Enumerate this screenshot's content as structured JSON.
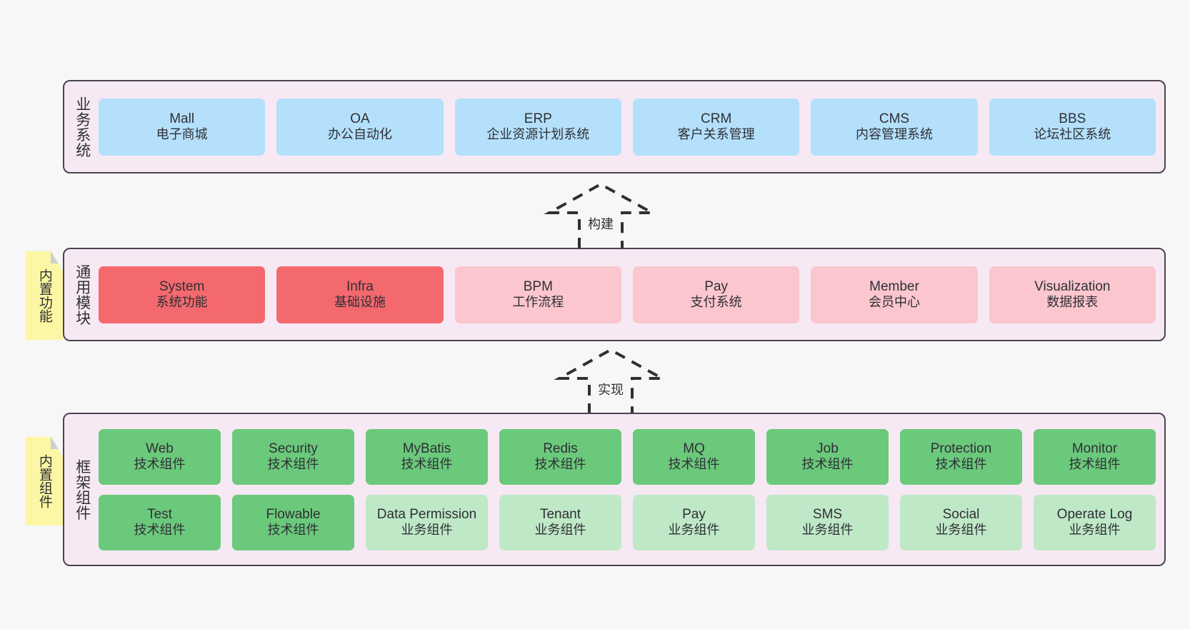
{
  "layers": [
    {
      "id": "business",
      "title": "业务系统",
      "rows": [
        [
          {
            "en": "Mall",
            "cn": "电子商城",
            "color": "c-blue"
          },
          {
            "en": "OA",
            "cn": "办公自动化",
            "color": "c-blue"
          },
          {
            "en": "ERP",
            "cn": "企业资源计划系统",
            "color": "c-blue"
          },
          {
            "en": "CRM",
            "cn": "客户关系管理",
            "color": "c-blue"
          },
          {
            "en": "CMS",
            "cn": "内容管理系统",
            "color": "c-blue"
          },
          {
            "en": "BBS",
            "cn": "论坛社区系统",
            "color": "c-blue"
          }
        ]
      ]
    },
    {
      "id": "common",
      "title": "通用模块",
      "rows": [
        [
          {
            "en": "System",
            "cn": "系统功能",
            "color": "c-red"
          },
          {
            "en": "Infra",
            "cn": "基础设施",
            "color": "c-red"
          },
          {
            "en": "BPM",
            "cn": "工作流程",
            "color": "c-pink"
          },
          {
            "en": "Pay",
            "cn": "支付系统",
            "color": "c-pink"
          },
          {
            "en": "Member",
            "cn": "会员中心",
            "color": "c-pink"
          },
          {
            "en": "Visualization",
            "cn": "数据报表",
            "color": "c-pink"
          }
        ]
      ]
    },
    {
      "id": "framework",
      "title": "框架组件",
      "rows": [
        [
          {
            "en": "Web",
            "cn": "技术组件",
            "color": "c-green"
          },
          {
            "en": "Security",
            "cn": "技术组件",
            "color": "c-green"
          },
          {
            "en": "MyBatis",
            "cn": "技术组件",
            "color": "c-green"
          },
          {
            "en": "Redis",
            "cn": "技术组件",
            "color": "c-green"
          },
          {
            "en": "MQ",
            "cn": "技术组件",
            "color": "c-green"
          },
          {
            "en": "Job",
            "cn": "技术组件",
            "color": "c-green"
          },
          {
            "en": "Protection",
            "cn": "技术组件",
            "color": "c-green"
          },
          {
            "en": "Monitor",
            "cn": "技术组件",
            "color": "c-green"
          }
        ],
        [
          {
            "en": "Test",
            "cn": "技术组件",
            "color": "c-green"
          },
          {
            "en": "Flowable",
            "cn": "技术组件",
            "color": "c-green"
          },
          {
            "en": "Data Permission",
            "cn": "业务组件",
            "color": "c-green-light"
          },
          {
            "en": "Tenant",
            "cn": "业务组件",
            "color": "c-green-light"
          },
          {
            "en": "Pay",
            "cn": "业务组件",
            "color": "c-green-light"
          },
          {
            "en": "SMS",
            "cn": "业务组件",
            "color": "c-green-light"
          },
          {
            "en": "Social",
            "cn": "业务组件",
            "color": "c-green-light"
          },
          {
            "en": "Operate Log",
            "cn": "业务组件",
            "color": "c-green-light"
          }
        ]
      ]
    }
  ],
  "stickies": [
    {
      "id": "functions",
      "label": "内置功能"
    },
    {
      "id": "components",
      "label": "内置组件"
    }
  ],
  "connectors": [
    {
      "id": "build",
      "label": "构建"
    },
    {
      "id": "implement",
      "label": "实现"
    }
  ],
  "colors": {
    "canvas_background": "#f7f7f7",
    "layer_background": "#f6e9f3",
    "layer_border": "#4a4450",
    "business_cell": "#b4e0fb",
    "common_cell_primary": "#f4696e",
    "common_cell_secondary": "#fbc6ce",
    "framework_cell_tech": "#6bc97c",
    "framework_cell_business": "#bfe8c7",
    "sticky_note": "#fbf7a4",
    "sticky_fold": "#cfcfcf",
    "text": "#2f2f35"
  }
}
